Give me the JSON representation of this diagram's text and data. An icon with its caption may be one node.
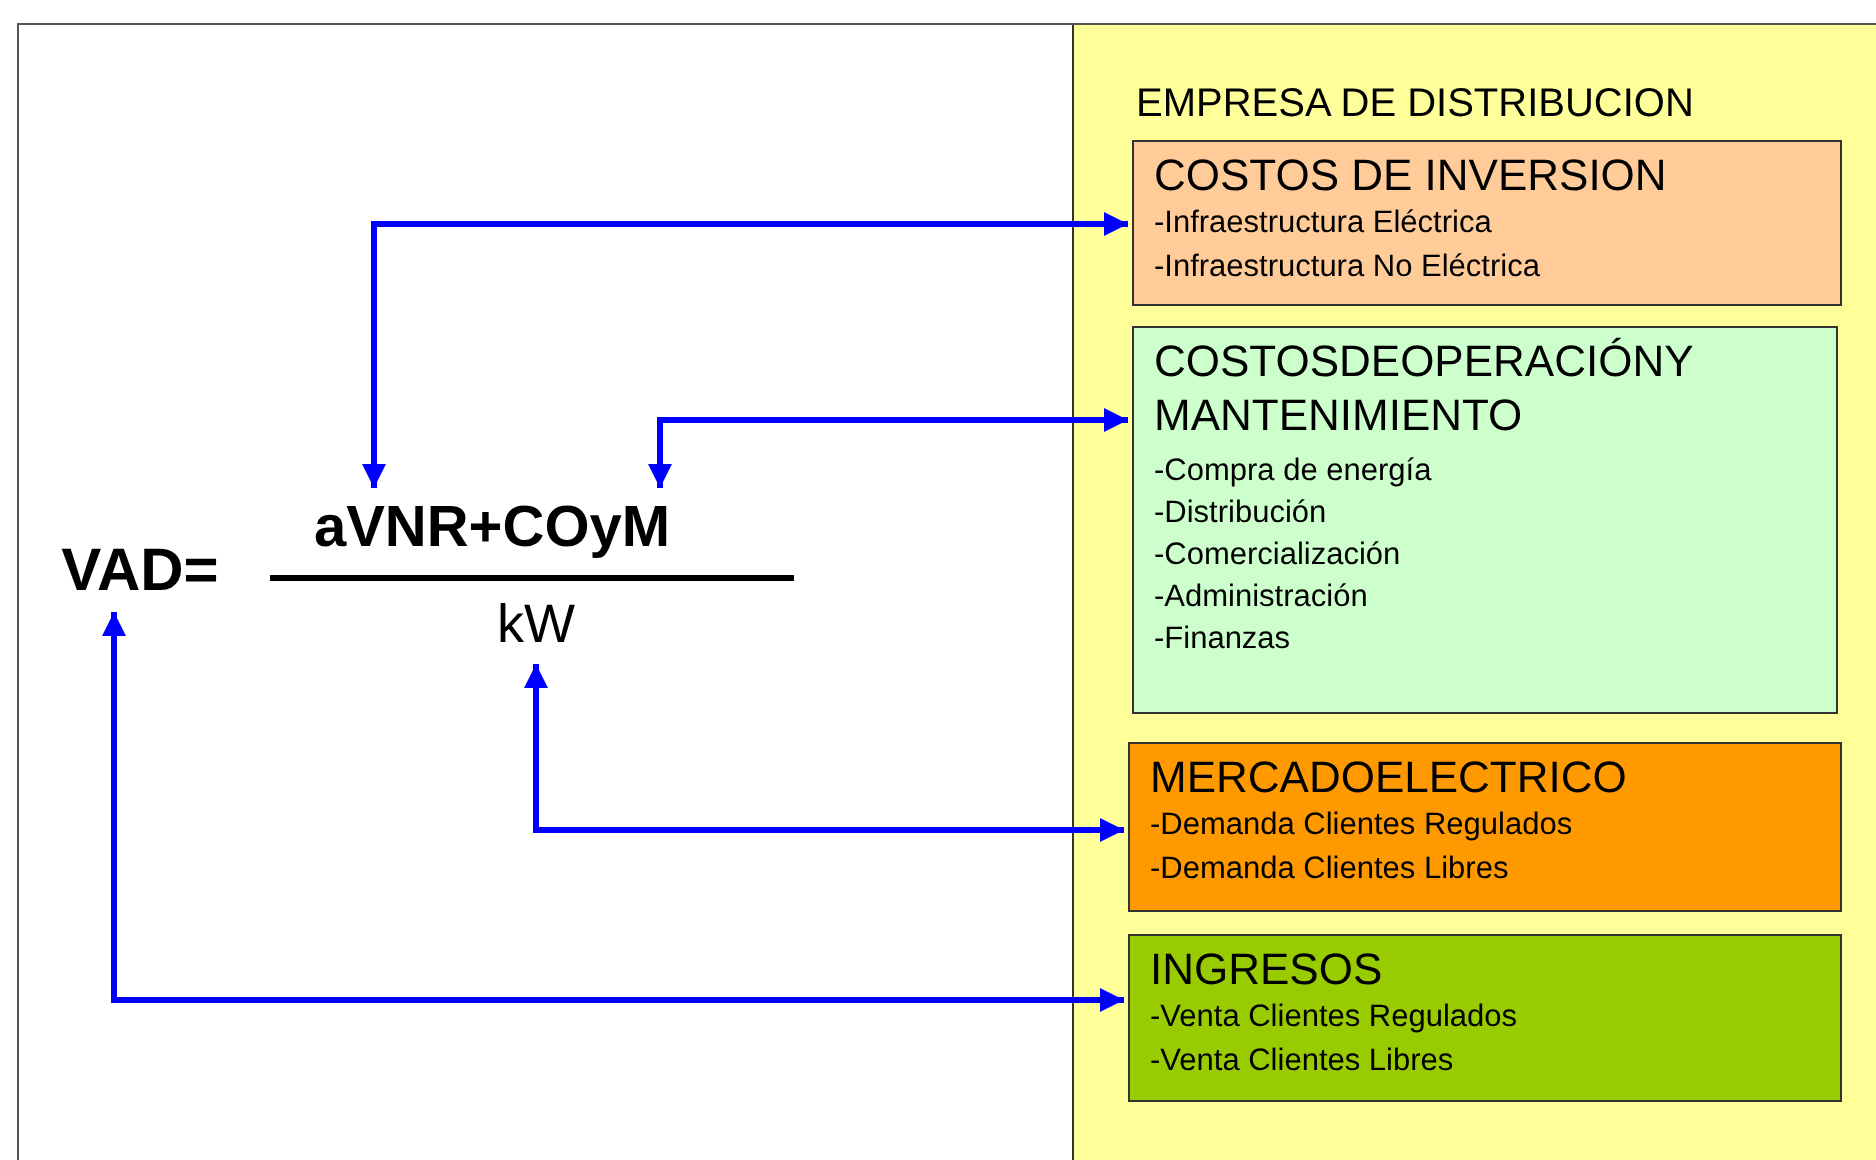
{
  "diagram": {
    "nodes": [
      {
        "text": [
          "EMPRESA DE DISTRIBUCION"
        ]
      },
      {
        "text": [
          "COSTOS DE INVERSION",
          "-Infraestructura Eléctrica",
          "-Infraestructura No Eléctrica"
        ],
        "in": 0
      },
      {
        "text": [
          "COSTOSDEOPERACIÓNY MANTENIMIENTO",
          "-Compra de energía",
          "-Distribución",
          "-Comercialización",
          "-Administración",
          "-Finanzas"
        ],
        "in": 0
      },
      {
        "text": [
          "MERCADOELECTRICO",
          "-Demanda Clientes Regulados",
          "-Demanda Clientes Libres"
        ],
        "in": 0
      },
      {
        "text": [
          "INGRESOS",
          "-Venta Clientes Regulados",
          "-Venta Clientes Libres"
        ],
        "in": 0
      },
      {
        "text": [
          "VAD="
        ]
      },
      {
        "text": [
          "aVNR+COyM"
        ]
      },
      {
        "text": [
          "kW"
        ]
      }
    ],
    "edges": [
      {
        "from": 1,
        "to": 6,
        "arrow": "both"
      },
      {
        "from": 2,
        "to": 6,
        "arrow": "both"
      },
      {
        "from": 3,
        "to": 7,
        "arrow": "both"
      },
      {
        "from": 4,
        "to": 5,
        "arrow": "both"
      }
    ]
  }
}
